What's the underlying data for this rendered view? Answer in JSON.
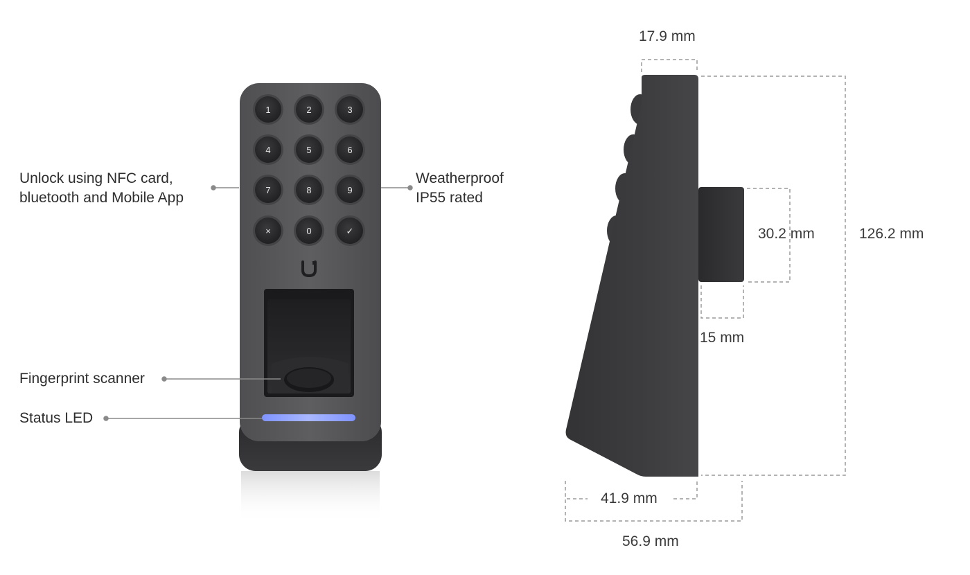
{
  "callouts": {
    "nfc": {
      "line1": "Unlock using NFC card,",
      "line2": "bluetooth and Mobile App"
    },
    "weather": {
      "line1": "Weatherproof",
      "line2": "IP55 rated"
    },
    "fingerprint": "Fingerprint scanner",
    "status_led": "Status LED"
  },
  "keypad": {
    "keys": [
      "1",
      "2",
      "3",
      "4",
      "5",
      "6",
      "7",
      "8",
      "9",
      "×",
      "0",
      "✓"
    ]
  },
  "brand": {
    "logo_icon": "ubiquiti-u-icon"
  },
  "dimensions": {
    "top_depth": "17.9 mm",
    "height": "126.2 mm",
    "mount_height": "30.2 mm",
    "mount_depth": "15 mm",
    "base_depth": "41.9 mm",
    "total_depth": "56.9 mm"
  },
  "colors": {
    "device_body": "#5a5a5c",
    "device_dark": "#2a2a2c",
    "key": "#2b2b2d",
    "led": "#8ca0ff",
    "callout_line": "#8a8a8a",
    "dim_line": "#9a9a9a"
  }
}
